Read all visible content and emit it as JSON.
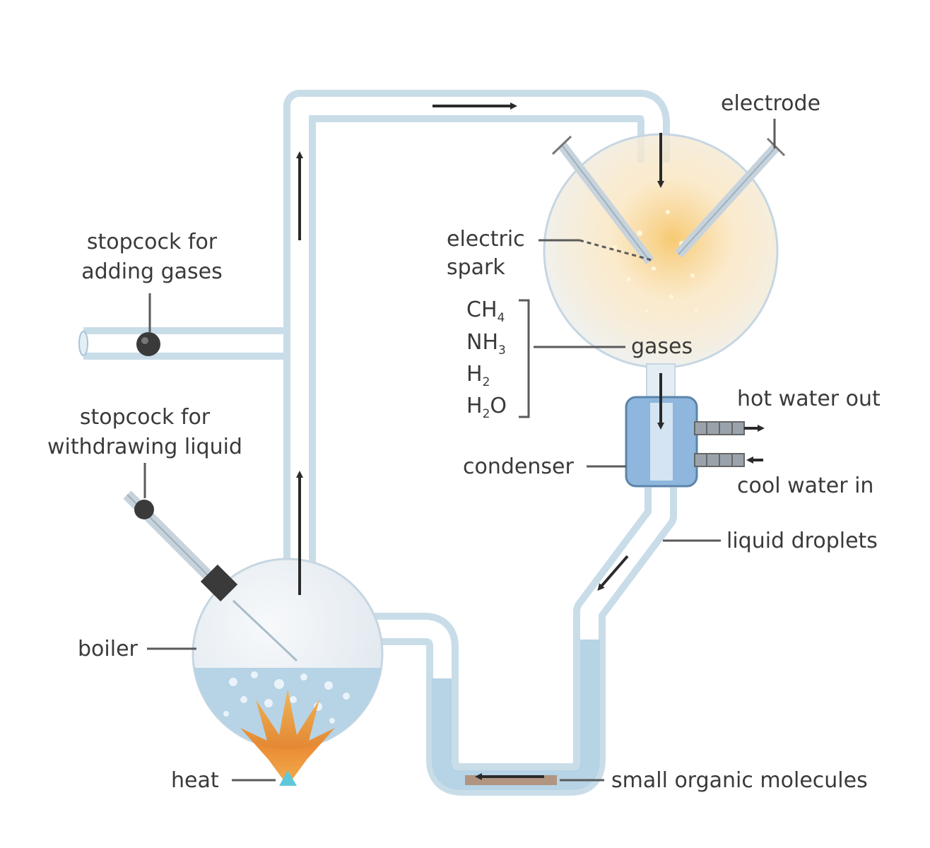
{
  "labels": {
    "electrode": "electrode",
    "electric_spark_line1": "electric",
    "electric_spark_line2": "spark",
    "stopcock_gases_line1": "stopcock for",
    "stopcock_gases_line2": "adding gases",
    "stopcock_liquid_line1": "stopcock for",
    "stopcock_liquid_line2": "withdrawing liquid",
    "gases": "gases",
    "hot_water_out": "hot water out",
    "condenser": "condenser",
    "cool_water_in": "cool water in",
    "liquid_droplets": "liquid droplets",
    "boiler": "boiler",
    "heat": "heat",
    "small_organic_molecules": "small organic molecules"
  },
  "gases_list": [
    {
      "base": "CH",
      "sub": "4"
    },
    {
      "base": "NH",
      "sub": "3"
    },
    {
      "base": "H",
      "sub": "2"
    },
    {
      "base": "H",
      "sub": "2",
      "tail": "O"
    }
  ],
  "colors": {
    "tube": "#c9dde9",
    "water": "#b7d3e6",
    "spark": "#f3c46a",
    "flame": "#e8932c",
    "condenser": "#8fb6dc",
    "text": "#3a3a3a"
  }
}
